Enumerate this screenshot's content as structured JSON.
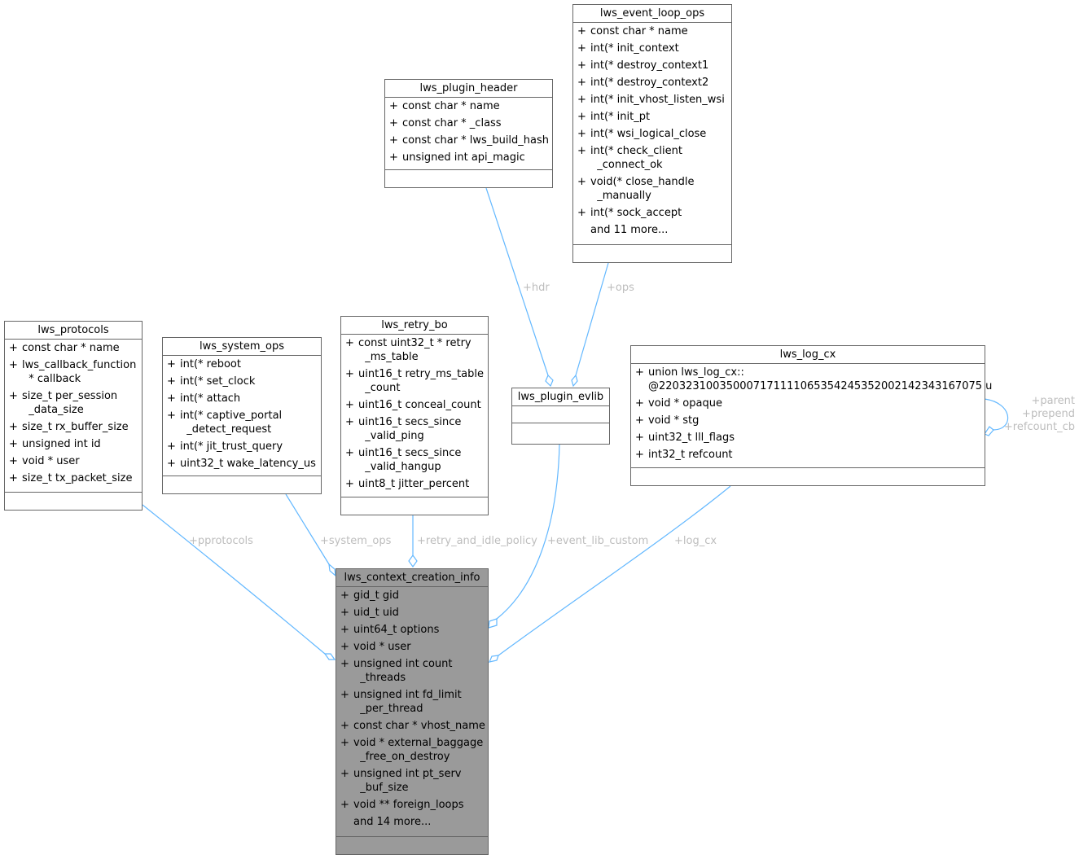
{
  "classes": {
    "event_loop_ops": {
      "title": "lws_event_loop_ops",
      "attrs": [
        {
          "p": "+",
          "t": "const char * name"
        },
        {
          "p": "+",
          "t": "int(* init_context"
        },
        {
          "p": "+",
          "t": "int(* destroy_context1"
        },
        {
          "p": "+",
          "t": "int(* destroy_context2"
        },
        {
          "p": "+",
          "t": "int(* init_vhost_listen_wsi"
        },
        {
          "p": "+",
          "t": "int(* init_pt"
        },
        {
          "p": "+",
          "t": "int(* wsi_logical_close"
        },
        {
          "p": "+",
          "t": "int(* check_client\n  _connect_ok"
        },
        {
          "p": "+",
          "t": "void(* close_handle\n  _manually"
        },
        {
          "p": "+",
          "t": "int(* sock_accept"
        },
        {
          "p": "",
          "t": "and 11 more..."
        }
      ]
    },
    "plugin_header": {
      "title": "lws_plugin_header",
      "attrs": [
        {
          "p": "+",
          "t": "const char * name"
        },
        {
          "p": "+",
          "t": "const char * _class"
        },
        {
          "p": "+",
          "t": "const char * lws_build_hash"
        },
        {
          "p": "+",
          "t": "unsigned int api_magic"
        }
      ]
    },
    "protocols": {
      "title": "lws_protocols",
      "attrs": [
        {
          "p": "+",
          "t": "const char * name"
        },
        {
          "p": "+",
          "t": "lws_callback_function\n  * callback"
        },
        {
          "p": "+",
          "t": "size_t per_session\n  _data_size"
        },
        {
          "p": "+",
          "t": "size_t rx_buffer_size"
        },
        {
          "p": "+",
          "t": "unsigned int id"
        },
        {
          "p": "+",
          "t": "void * user"
        },
        {
          "p": "+",
          "t": "size_t tx_packet_size"
        }
      ]
    },
    "system_ops": {
      "title": "lws_system_ops",
      "attrs": [
        {
          "p": "+",
          "t": "int(* reboot"
        },
        {
          "p": "+",
          "t": "int(* set_clock"
        },
        {
          "p": "+",
          "t": "int(* attach"
        },
        {
          "p": "+",
          "t": "int(* captive_portal\n  _detect_request"
        },
        {
          "p": "+",
          "t": "int(* jit_trust_query"
        },
        {
          "p": "+",
          "t": "uint32_t wake_latency_us"
        }
      ]
    },
    "retry_bo": {
      "title": "lws_retry_bo",
      "attrs": [
        {
          "p": "+",
          "t": "const uint32_t * retry\n  _ms_table"
        },
        {
          "p": "+",
          "t": "uint16_t retry_ms_table\n  _count"
        },
        {
          "p": "+",
          "t": "uint16_t conceal_count"
        },
        {
          "p": "+",
          "t": "uint16_t secs_since\n  _valid_ping"
        },
        {
          "p": "+",
          "t": "uint16_t secs_since\n  _valid_hangup"
        },
        {
          "p": "+",
          "t": "uint8_t jitter_percent"
        }
      ]
    },
    "plugin_evlib": {
      "title": "lws_plugin_evlib",
      "attrs": []
    },
    "log_cx": {
      "title": "lws_log_cx",
      "attrs": [
        {
          "p": "+",
          "t": "union lws_log_cx::\n@220323100350007171111065354245352002142343167075 u"
        },
        {
          "p": "+",
          "t": "void * opaque"
        },
        {
          "p": "+",
          "t": "void * stg"
        },
        {
          "p": "+",
          "t": "uint32_t lll_flags"
        },
        {
          "p": "+",
          "t": "int32_t refcount"
        }
      ]
    },
    "context_creation_info": {
      "title": "lws_context_creation_info",
      "attrs": [
        {
          "p": "+",
          "t": "gid_t gid"
        },
        {
          "p": "+",
          "t": "uid_t uid"
        },
        {
          "p": "+",
          "t": "uint64_t options"
        },
        {
          "p": "+",
          "t": "void * user"
        },
        {
          "p": "+",
          "t": "unsigned int count\n  _threads"
        },
        {
          "p": "+",
          "t": "unsigned int fd_limit\n  _per_thread"
        },
        {
          "p": "+",
          "t": "const char * vhost_name"
        },
        {
          "p": "+",
          "t": "void * external_baggage\n  _free_on_destroy"
        },
        {
          "p": "+",
          "t": "unsigned int pt_serv\n  _buf_size"
        },
        {
          "p": "+",
          "t": "void ** foreign_loops"
        },
        {
          "p": "",
          "t": "and 14 more..."
        }
      ]
    }
  },
  "edge_labels": {
    "hdr": "+hdr",
    "ops": "+ops",
    "pprotocols": "+pprotocols",
    "system_ops": "+system_ops",
    "retry_and_idle_policy": "+retry_and_idle_policy",
    "event_lib_custom": "+event_lib_custom",
    "log_cx": "+log_cx",
    "self_loop": "+parent\n+prepend\n+refcount_cb"
  },
  "colors": {
    "edge": "#63b8ff",
    "edge_label": "#bdbdbd",
    "main_fill": "#9a9a9a",
    "border": "#666666"
  }
}
